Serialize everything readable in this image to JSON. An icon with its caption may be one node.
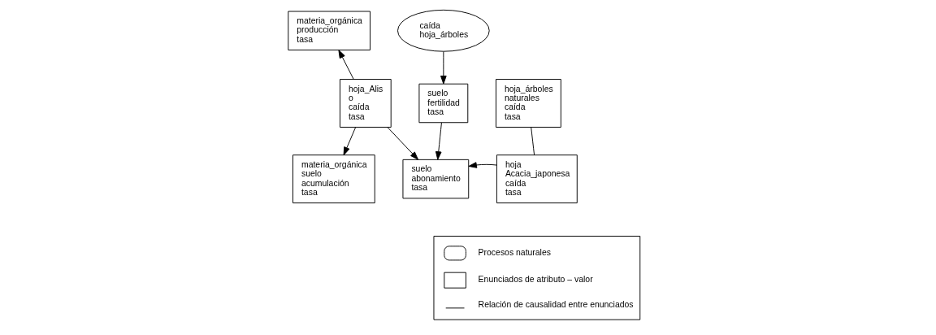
{
  "diagram": {
    "nodes": [
      {
        "text": [
          "materia_orgánica producción tasa"
        ]
      },
      {
        "text": [
          "caída hoja_árboles"
        ]
      },
      {
        "text": [
          "hoja_Alis o caída tasa"
        ]
      },
      {
        "text": [
          "suelo fertilidad tasa"
        ]
      },
      {
        "text": [
          "hoja_árboles naturales caída tasa"
        ]
      },
      {
        "text": [
          "materia_orgánica suelo acumulación tasa"
        ]
      },
      {
        "text": [
          "suelo abonamiento tasa"
        ]
      },
      {
        "text": [
          "hoja Acacia_japonesa caída tasa"
        ]
      }
    ],
    "edges": [
      {
        "from": 2,
        "to": 0,
        "arrow": "to"
      },
      {
        "from": 1,
        "to": 3,
        "arrow": "to"
      },
      {
        "from": 2,
        "to": 5,
        "arrow": "to"
      },
      {
        "from": 2,
        "to": 6,
        "arrow": "to"
      },
      {
        "from": 3,
        "to": 6,
        "arrow": "to"
      },
      {
        "from": 4,
        "to": 7,
        "arrow": "none"
      },
      {
        "from": 7,
        "to": 6,
        "arrow": "to"
      }
    ],
    "legend": [
      {
        "text": "Procesos naturales"
      },
      {
        "text": "Enunciados de atributo – valor"
      },
      {
        "text": "Relación de causalidad entre enunciados"
      }
    ]
  }
}
